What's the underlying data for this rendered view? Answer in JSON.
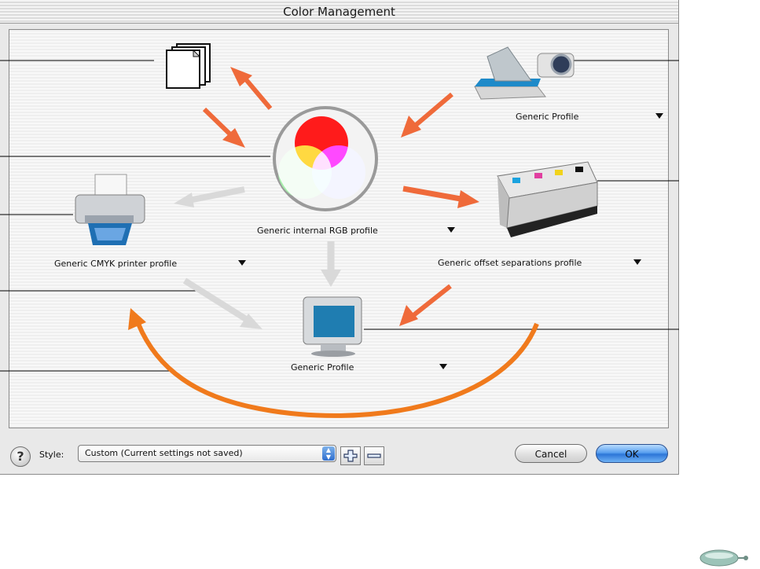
{
  "window": {
    "title": "Color Management"
  },
  "diagram": {
    "scanner_camera": {
      "label": "Generic Profile",
      "icon": "scanner-camera-icon"
    },
    "rgb": {
      "label": "Generic internal RGB profile",
      "icon": "rgb-circles-icon"
    },
    "printer": {
      "label": "Generic CMYK printer profile",
      "icon": "printer-icon"
    },
    "offset": {
      "label": "Generic offset separations profile",
      "icon": "offset-press-icon"
    },
    "monitor": {
      "label": "Generic Profile",
      "icon": "monitor-icon"
    },
    "documents": {
      "icon": "documents-icon"
    }
  },
  "bottom_bar": {
    "help": "?",
    "style_label": "Style:",
    "style_value": "Custom (Current settings not saved)",
    "cancel": "Cancel",
    "ok": "OK"
  },
  "colors": {
    "arrow_orange": "#ef6a3a",
    "curve_orange": "#f07a1c",
    "arrow_gray": "#d9d9d9",
    "ok_blue": "#3d86df"
  }
}
